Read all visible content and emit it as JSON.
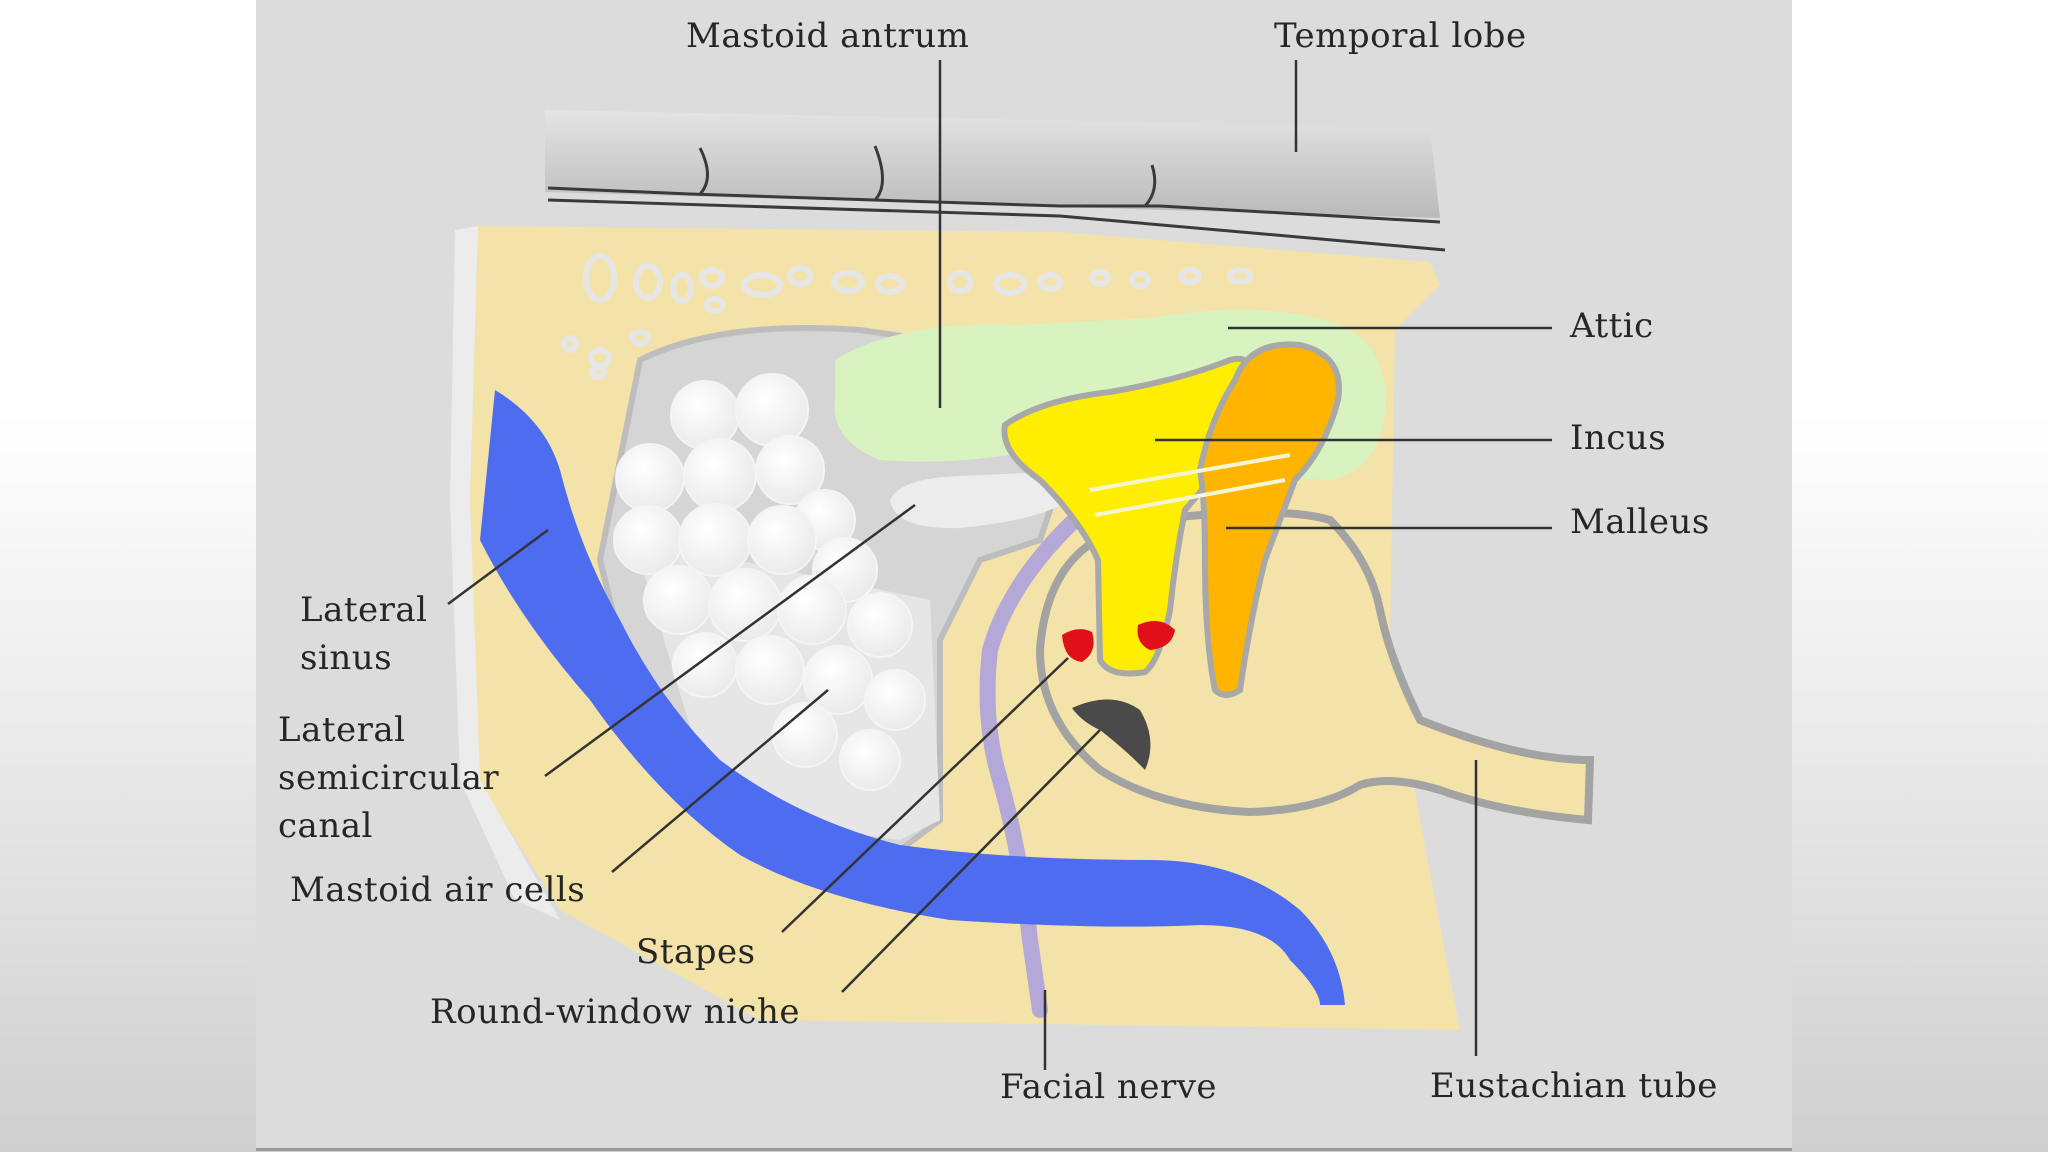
{
  "labels": {
    "mastoid_antrum": "Mastoid antrum",
    "temporal_lobe": "Temporal lobe",
    "attic": "Attic",
    "incus": "Incus",
    "malleus": "Malleus",
    "lateral_sinus": [
      "Lateral",
      "sinus"
    ],
    "lateral_semicircular_canal": [
      "Lateral",
      "semicircular",
      "canal"
    ],
    "mastoid_air_cells": "Mastoid air cells",
    "stapes": "Stapes",
    "round_window_niche": "Round-window niche",
    "facial_nerve": "Facial nerve",
    "eustachian_tube": "Eustachian tube"
  },
  "colors": {
    "background": "#dcdcdc",
    "bone": "#f3e3a8",
    "brain": "#c9c9c9",
    "mastoid_antrum": "#d8f3c0",
    "incus": "#ffee00",
    "malleus": "#ffb400",
    "stapes": "#e0101a",
    "lateral_sinus": "#4d6cf0",
    "facial_nerve": "#b3a8d8",
    "air_cells": "#ffffff",
    "leader_lines": "#333333",
    "label_text": "#262626"
  }
}
